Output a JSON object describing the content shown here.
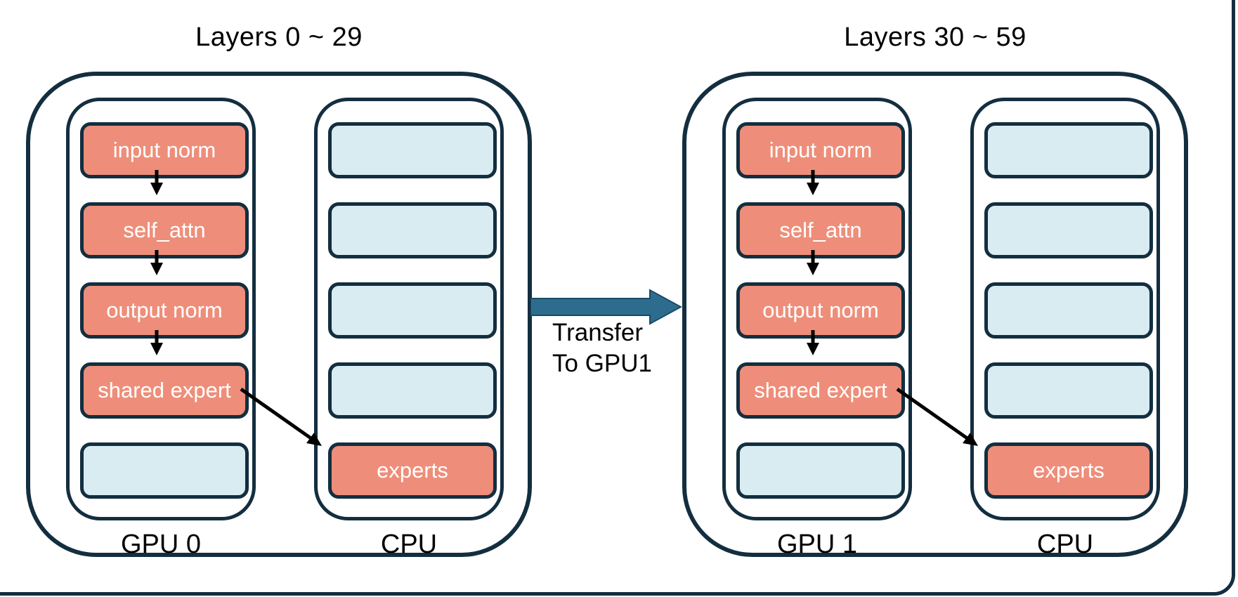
{
  "diagram": {
    "groups": [
      {
        "title": "Layers 0 ~ 29",
        "gpu": {
          "label": "GPU 0",
          "boxes": [
            "input norm",
            "self_attn",
            "output norm",
            "shared expert",
            ""
          ]
        },
        "cpu": {
          "label": "CPU",
          "boxes": [
            "",
            "",
            "",
            "",
            "experts"
          ]
        }
      },
      {
        "title": "Layers 30 ~ 59",
        "gpu": {
          "label": "GPU 1",
          "boxes": [
            "input norm",
            "self_attn",
            "output norm",
            "shared expert",
            ""
          ]
        },
        "cpu": {
          "label": "CPU",
          "boxes": [
            "",
            "",
            "",
            "",
            "experts"
          ]
        }
      }
    ],
    "transfer_label": {
      "line1": "Transfer",
      "line2": "To GPU1"
    },
    "colors": {
      "outline": "#132e3f",
      "module_fill": "#ee8e7a",
      "empty_fill": "#d8ecf2",
      "transfer_arrow": "#2d6c8d",
      "text_on_module": "#ffffff",
      "text": "#000000"
    }
  }
}
